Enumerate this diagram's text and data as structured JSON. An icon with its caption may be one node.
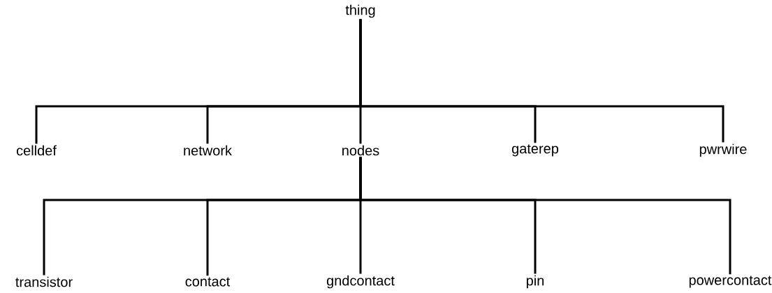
{
  "diagram": {
    "nodes": [
      {
        "text": [
          "thing"
        ]
      },
      {
        "text": [
          "celldef"
        ]
      },
      {
        "text": [
          "network"
        ]
      },
      {
        "text": [
          "nodes"
        ]
      },
      {
        "text": [
          "gaterep"
        ]
      },
      {
        "text": [
          "pwrwire"
        ]
      },
      {
        "text": [
          "transistor"
        ]
      },
      {
        "text": [
          "contact"
        ]
      },
      {
        "text": [
          "gndcontact"
        ]
      },
      {
        "text": [
          "pin"
        ]
      },
      {
        "text": [
          "powercontact"
        ]
      }
    ],
    "edges": [
      {
        "from": 0,
        "to": 1,
        "arrow": "none"
      },
      {
        "from": 0,
        "to": 2,
        "arrow": "none"
      },
      {
        "from": 0,
        "to": 3,
        "arrow": "none"
      },
      {
        "from": 0,
        "to": 4,
        "arrow": "none"
      },
      {
        "from": 0,
        "to": 5,
        "arrow": "none"
      },
      {
        "from": 3,
        "to": 6,
        "arrow": "none"
      },
      {
        "from": 3,
        "to": 7,
        "arrow": "none"
      },
      {
        "from": 3,
        "to": 8,
        "arrow": "none"
      },
      {
        "from": 3,
        "to": 9,
        "arrow": "none"
      },
      {
        "from": 3,
        "to": 10,
        "arrow": "none"
      }
    ]
  }
}
